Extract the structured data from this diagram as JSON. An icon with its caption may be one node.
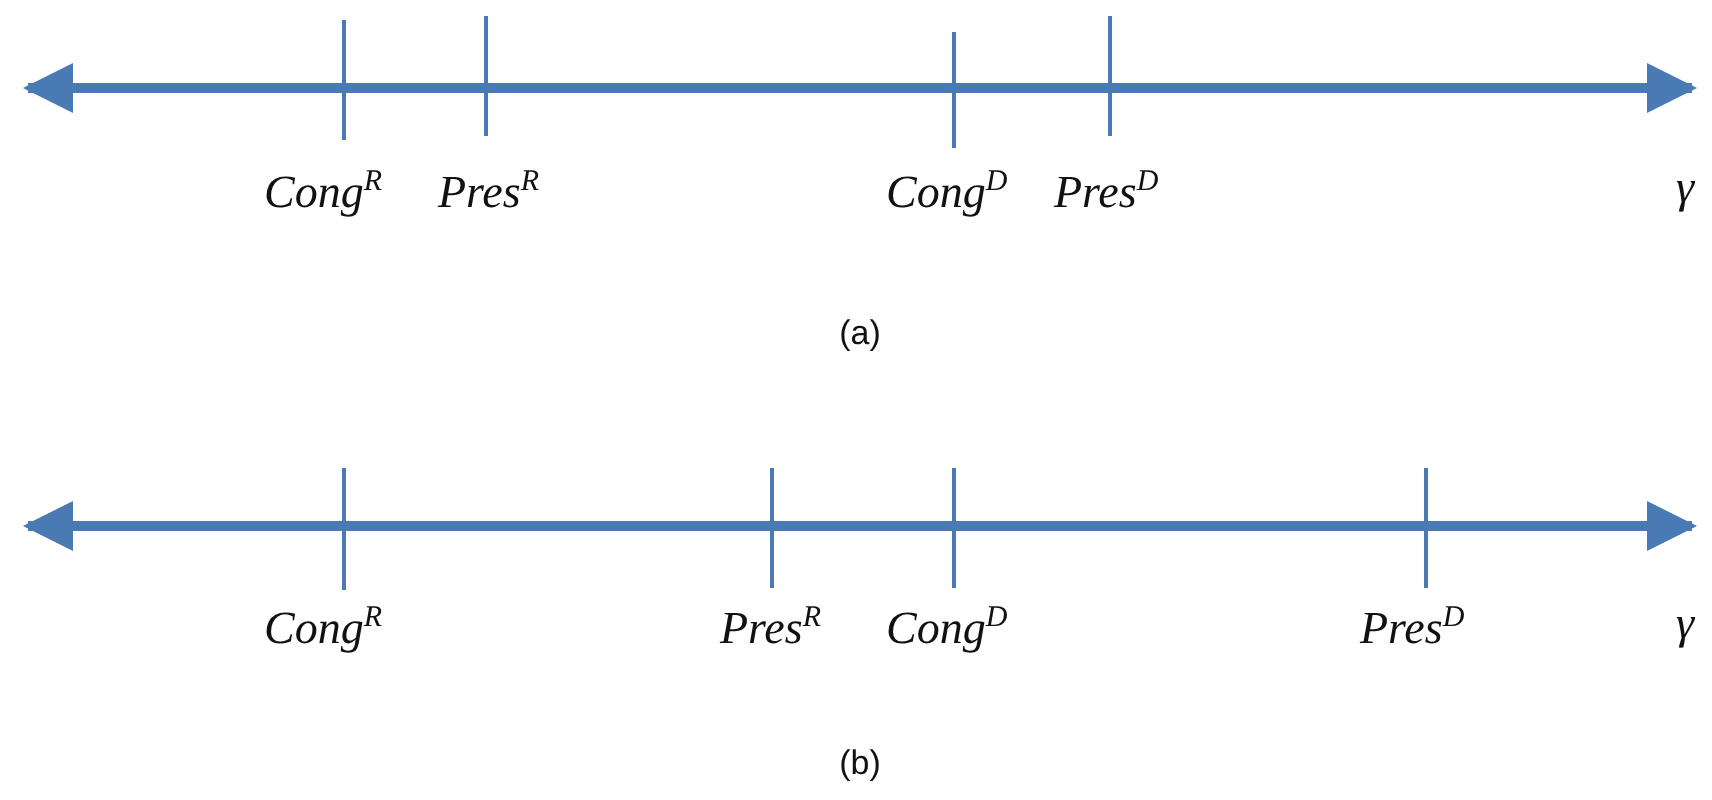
{
  "diagram": {
    "labels": [
      "Cong$^{R}$",
      "Pres$^{R}$",
      "Cong$^{D}$",
      "Pres$^{D}$",
      "γ",
      "(a)",
      "Cong$^{R}$",
      "Pres$^{R}$",
      "Cong$^{D}$",
      "Pres$^{D}$",
      "γ",
      "(b)"
    ]
  }
}
